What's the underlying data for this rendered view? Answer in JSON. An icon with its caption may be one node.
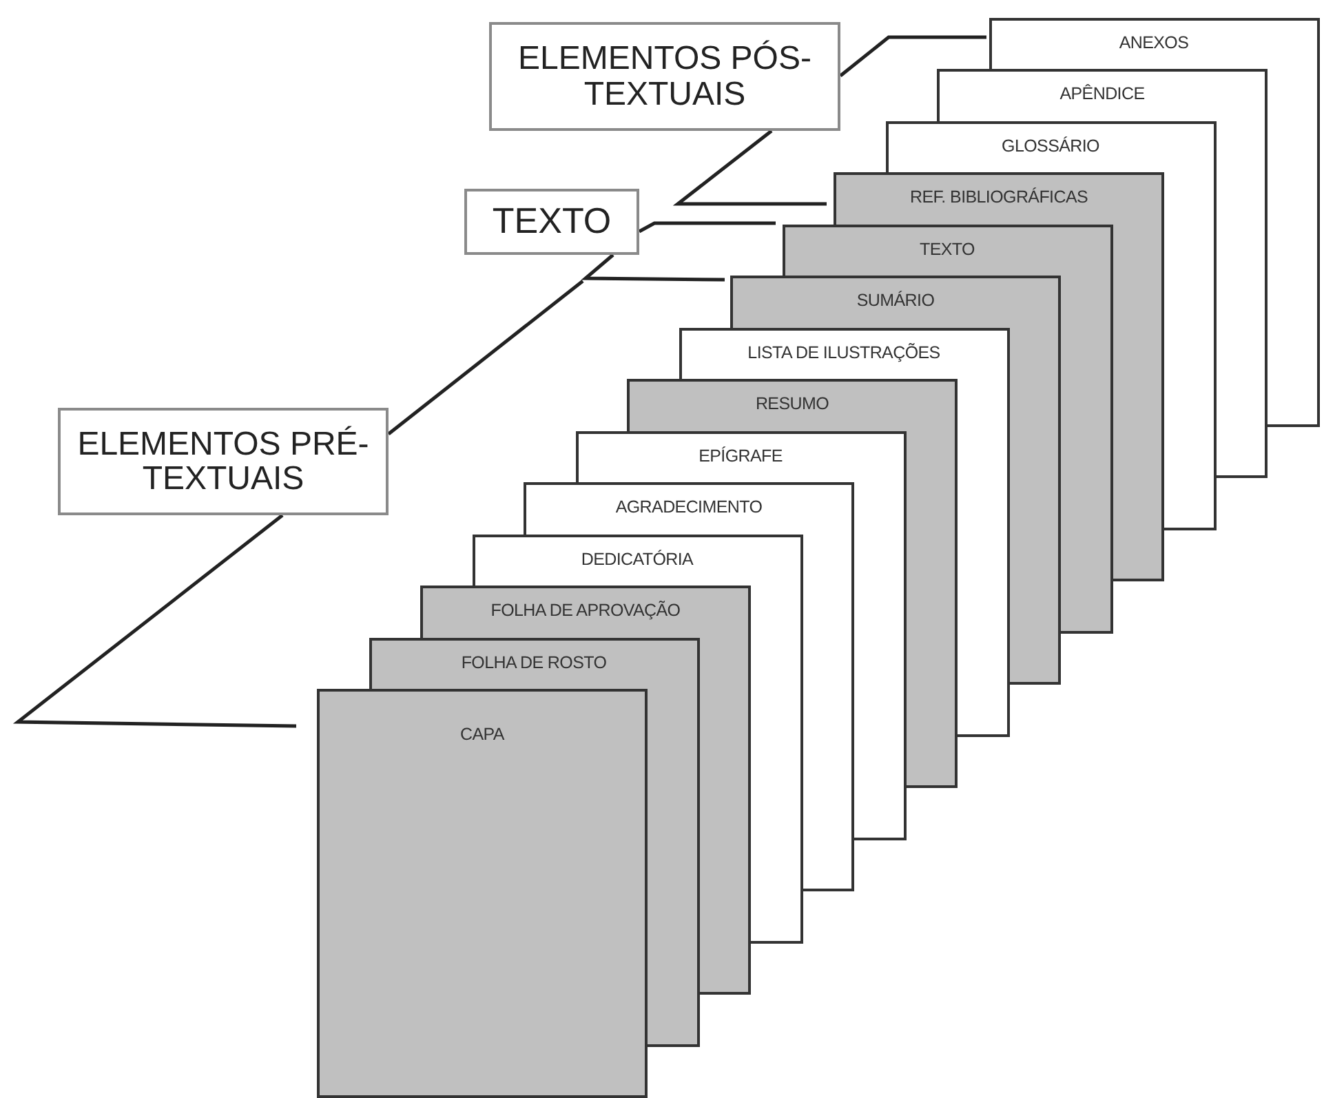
{
  "diagram": {
    "nodes": [
      {
        "text": [
          "ELEMENTOS PÓS- TEXTUAIS"
        ]
      },
      {
        "text": [
          "TEXTO"
        ]
      },
      {
        "text": [
          "ELEMENTOS PRÉ-TEXTUAIS"
        ]
      },
      {
        "text": [
          "ANEXOS"
        ]
      },
      {
        "text": [
          "APÊNDICE"
        ]
      },
      {
        "text": [
          "GLOSSÁRIO"
        ]
      },
      {
        "text": [
          "REF. BIBLIOGRÁFICAS"
        ]
      },
      {
        "text": [
          "TEXTO"
        ]
      },
      {
        "text": [
          "SUMÁRIO"
        ]
      },
      {
        "text": [
          "LISTA DE ILUSTRAÇÕES"
        ]
      },
      {
        "text": [
          "RESUMO"
        ]
      },
      {
        "text": [
          "EPÍGRAFE"
        ]
      },
      {
        "text": [
          "AGRADECIMENTO"
        ]
      },
      {
        "text": [
          "DEDICATÓRIA"
        ]
      },
      {
        "text": [
          "FOLHA DE APROVAÇÃO"
        ]
      },
      {
        "text": [
          "FOLHA DE ROSTO"
        ]
      },
      {
        "text": [
          "CAPA"
        ]
      }
    ]
  }
}
